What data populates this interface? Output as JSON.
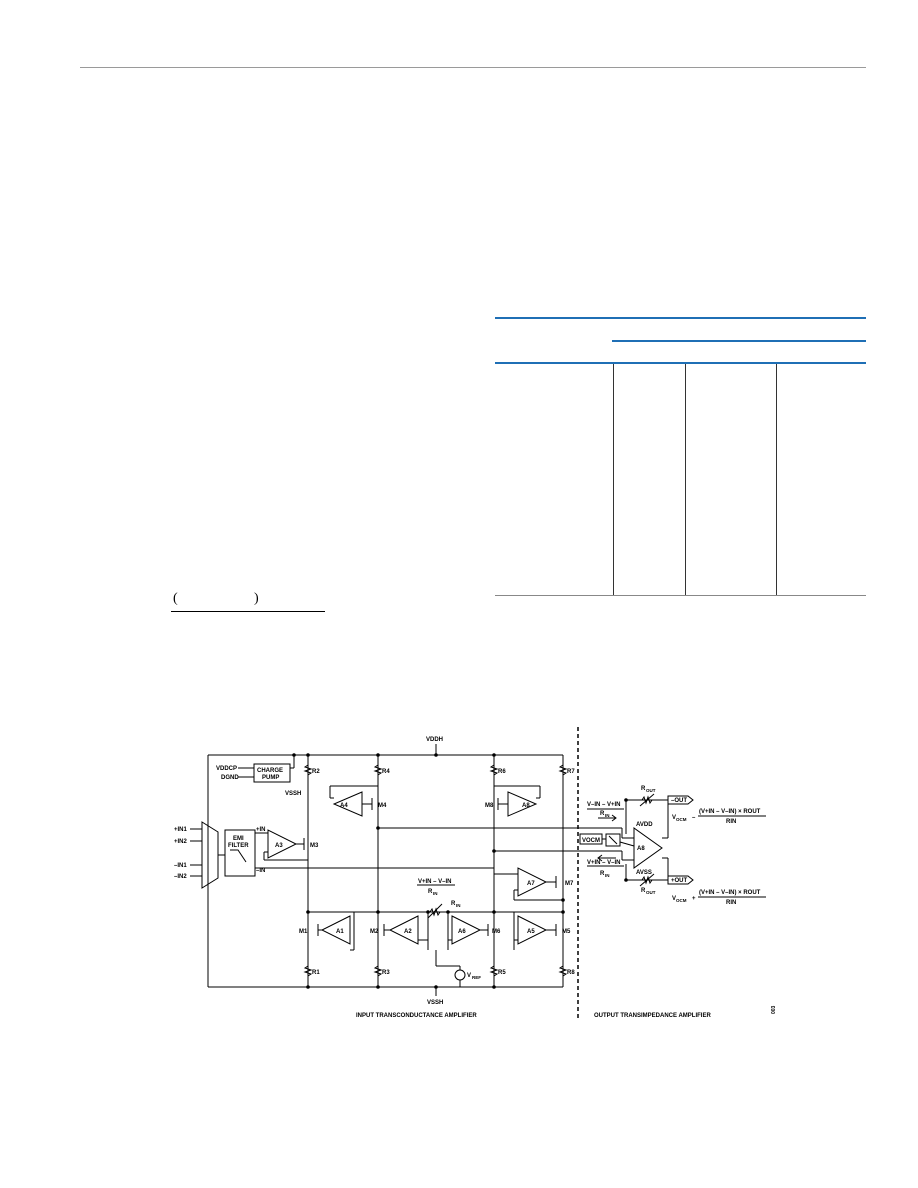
{
  "colors": {
    "rule_gray": "#9a9a9a",
    "table_blue": "#1f6fb5",
    "ink": "#000000"
  },
  "equation": {
    "open_paren": "(",
    "close_paren": ")"
  },
  "diagram": {
    "labels": {
      "vddh": "VDDH",
      "vssh": "VSSH",
      "vddcp": "VDDCP",
      "dgnd": "DGND",
      "charge_pump_1": "CHARGE",
      "charge_pump_2": "PUMP",
      "vssh_cp": "VSSH",
      "in1_pos": "+IN1",
      "in2_pos": "+IN2",
      "in1_neg": "–IN1",
      "in2_neg": "–IN2",
      "emi_1": "EMI",
      "emi_2": "FILTER",
      "plus_in": "+IN",
      "minus_in": "–IN",
      "r1": "R1",
      "r2": "R2",
      "r3": "R3",
      "r4": "R4",
      "r5": "R5",
      "r6": "R6",
      "r7": "R7",
      "r8": "R8",
      "a1": "A1",
      "a2": "A2",
      "a3": "A3",
      "a4": "A4",
      "a5": "A5",
      "a6": "A6",
      "a7": "A7",
      "a8": "A8",
      "m1": "M1",
      "m2": "M2",
      "m3": "M3",
      "m4": "M4",
      "m5": "M5",
      "m6": "M6",
      "m7": "M7",
      "m8": "M8",
      "vref": "V",
      "vref_sub": "REF",
      "rin": "R",
      "rin_sub": "IN",
      "vin_diff_top": "V+IN – V–IN",
      "vin_diff_rin": "R",
      "vin_diff_rin_sub": "IN",
      "vneg_minus_vpos": "V–IN – V+IN",
      "rin_label_top": "R",
      "rin_label_top_sub": "IN",
      "vpos_minus_vneg": "V+IN – V–IN",
      "rin_label_bot": "R",
      "rin_label_bot_sub": "IN",
      "rout_top": "R",
      "rout_top_sub": "OUT",
      "rout_bot": "R",
      "rout_bot_sub": "OUT",
      "out_neg": "–OUT",
      "out_pos": "+OUT",
      "avdd": "AVDD",
      "avss": "AVSS",
      "vocm": "VOCM",
      "eq_top_left": "V",
      "eq_top_left_sub": "OCM",
      "eq_top_op": "–",
      "eq_top_num": "(V+IN – V–IN) × ROUT",
      "eq_top_den": "RIN",
      "eq_bot_left": "V",
      "eq_bot_left_sub": "OCM",
      "eq_bot_op": "+",
      "eq_bot_num": "(V+IN – V–IN) × ROUT",
      "eq_bot_den": "RIN",
      "input_caption": "INPUT TRANSCONDUCTANCE AMPLIFIER",
      "output_caption": "OUTPUT TRANSIMPEDANCE AMPLIFIER",
      "fig_id": "003"
    }
  }
}
